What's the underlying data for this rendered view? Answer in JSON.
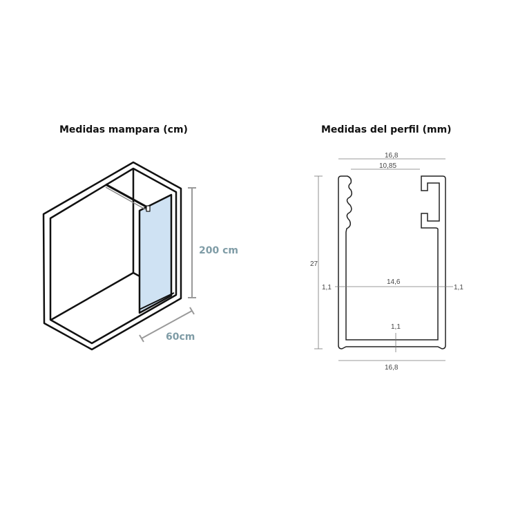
{
  "left": {
    "title": "Medidas mampara (cm)",
    "height_label": "200 cm",
    "width_label": "60cm"
  },
  "right": {
    "title": "Medidas del perfil (mm)",
    "top_width": "16,8",
    "inner_top": "10,85",
    "height": "27",
    "wall_left": "1,1",
    "inner_width": "14,6",
    "wall_right": "1,1",
    "base_thickness": "1,1",
    "bottom_width": "16,8"
  },
  "colors": {
    "glass": "#cfe2f3",
    "dimension_text": "#7f9ca6"
  }
}
